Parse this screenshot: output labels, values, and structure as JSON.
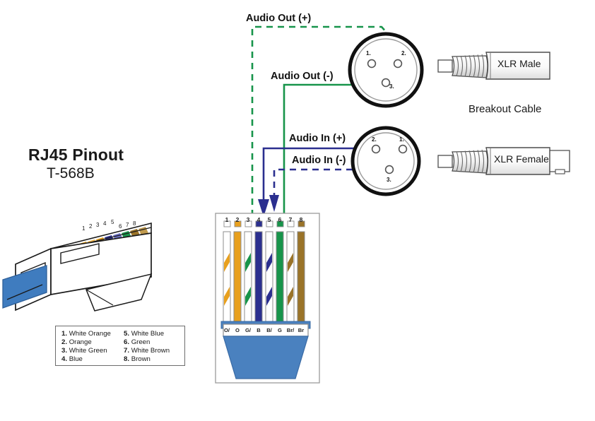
{
  "diagram": {
    "title": "RJ45 Pinout",
    "subtitle": "T-568B",
    "breakout_label": "Breakout Cable",
    "colors": {
      "green": "#17944a",
      "navy": "#2b2f8f",
      "orange": "#e8a01e",
      "brown": "#9a7328",
      "blue_body": "#4a81bf",
      "outline": "#5a5a5a"
    }
  },
  "signals": [
    {
      "label": "Audio Out (+)",
      "color": "#17944a",
      "style": "dashed",
      "pin": 3
    },
    {
      "label": "Audio Out (-)",
      "color": "#17944a",
      "style": "solid",
      "pin": 6
    },
    {
      "label": "Audio In (+)",
      "color": "#2b2f8f",
      "style": "solid",
      "pin": 4
    },
    {
      "label": "Audio In (-)",
      "color": "#2b2f8f",
      "style": "dashed",
      "pin": 5
    }
  ],
  "connectors": [
    {
      "name": "XLR Male",
      "label": "XLR Male",
      "pins": [
        "1.",
        "2.",
        "3."
      ],
      "accent": "#17944a"
    },
    {
      "name": "XLR Female",
      "label": "XLR Female",
      "pins": [
        "2.",
        "1.",
        "3."
      ],
      "accent": "#2b2f8f"
    }
  ],
  "rj45": {
    "pin_numbers": [
      "1",
      "2",
      "3",
      "4",
      "5",
      "6",
      "7",
      "8"
    ],
    "pin_codes": [
      "O/",
      "O",
      "G/",
      "B",
      "B/",
      "G",
      "Br/",
      "Br"
    ],
    "wires": [
      {
        "pin": 1,
        "color": "#e8a01e",
        "striped": true,
        "name": "White Orange"
      },
      {
        "pin": 2,
        "color": "#e8a01e",
        "striped": false,
        "name": "Orange"
      },
      {
        "pin": 3,
        "color": "#17944a",
        "striped": true,
        "name": "White Green"
      },
      {
        "pin": 4,
        "color": "#2b2f8f",
        "striped": false,
        "name": "Blue"
      },
      {
        "pin": 5,
        "color": "#2b2f8f",
        "striped": true,
        "name": "White Blue"
      },
      {
        "pin": 6,
        "color": "#17944a",
        "striped": false,
        "name": "Green"
      },
      {
        "pin": 7,
        "color": "#9a7328",
        "striped": true,
        "name": "White Brown"
      },
      {
        "pin": 8,
        "color": "#9a7328",
        "striped": false,
        "name": "Brown"
      }
    ]
  },
  "legend": {
    "left_column": [
      {
        "num": "1.",
        "text": "White Orange"
      },
      {
        "num": "2.",
        "text": "Orange"
      },
      {
        "num": "3.",
        "text": "White Green"
      },
      {
        "num": "4.",
        "text": "Blue"
      }
    ],
    "right_column": [
      {
        "num": "5.",
        "text": "White Blue"
      },
      {
        "num": "6.",
        "text": "Green"
      },
      {
        "num": "7.",
        "text": "White Brown"
      },
      {
        "num": "8.",
        "text": "Brown"
      }
    ]
  }
}
